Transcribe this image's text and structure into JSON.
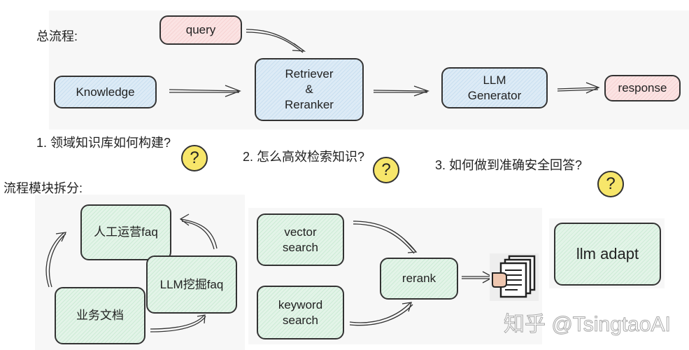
{
  "overview": {
    "heading": "总流程:",
    "query": "query",
    "knowledge": "Knowledge",
    "retriever": [
      "Retriever",
      "&",
      "Reranker"
    ],
    "generator": [
      "LLM",
      "Generator"
    ],
    "response": "response"
  },
  "questions": [
    {
      "text": "1. 领域知识库如何构建?",
      "icon": "?"
    },
    {
      "text": "2. 怎么高效检索知识?",
      "icon": "?"
    },
    {
      "text": "3. 如何做到准确安全回答?",
      "icon": "?"
    }
  ],
  "modules": {
    "heading": "流程模块拆分:",
    "manual_faq": "人工运营faq",
    "llm_faq": "LLM挖掘faq",
    "business_docs": "业务文档",
    "vector_search": [
      "vector",
      "search"
    ],
    "keyword_search": [
      "keyword",
      "search"
    ],
    "rerank": "rerank",
    "llm_adapt": "llm adapt"
  },
  "watermark": "知乎 @TsingtaoAI"
}
